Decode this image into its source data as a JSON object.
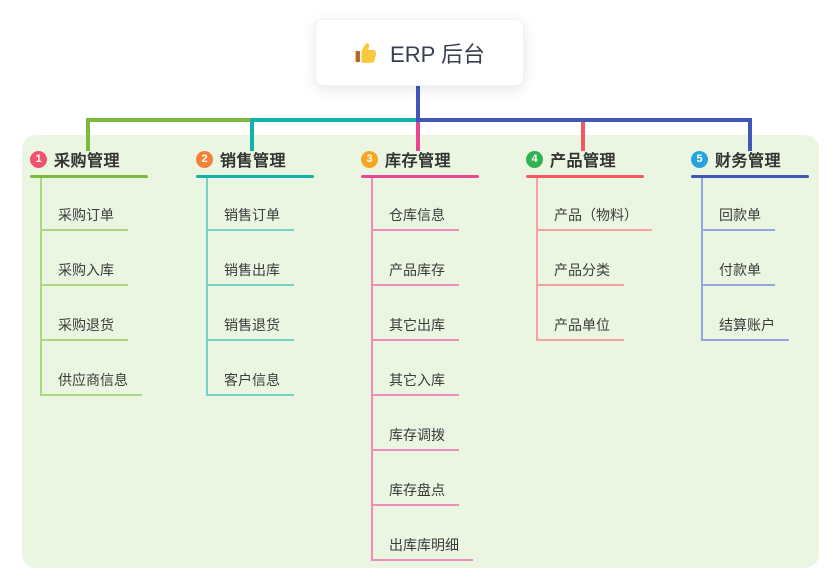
{
  "root": {
    "label": "ERP 后台",
    "icon": "thumbs-up"
  },
  "canvas": {
    "background": "#ffffff",
    "panel_background": "#eaf6e2",
    "root_text_color": "#36404e"
  },
  "branches": [
    {
      "badge": "1",
      "label": "采购管理",
      "badge_color": "#f2526e",
      "line_color": "#7fba40",
      "child_line_color": "#abd77f",
      "children": [
        "采购订单",
        "采购入库",
        "采购退货",
        "供应商信息"
      ]
    },
    {
      "badge": "2",
      "label": "销售管理",
      "badge_color": "#f67f3a",
      "line_color": "#12b4aa",
      "child_line_color": "#79d2c9",
      "children": [
        "销售订单",
        "销售出库",
        "销售退货",
        "客户信息"
      ]
    },
    {
      "badge": "3",
      "label": "库存管理",
      "badge_color": "#f6a623",
      "line_color": "#e84694",
      "child_line_color": "#f18cbb",
      "children": [
        "仓库信息",
        "产品库存",
        "其它出库",
        "其它入库",
        "库存调拨",
        "库存盘点",
        "出库库明细"
      ]
    },
    {
      "badge": "4",
      "label": "产品管理",
      "badge_color": "#2fb350",
      "line_color": "#f6585e",
      "child_line_color": "#f9a0a2",
      "children": [
        "产品（物料）",
        "产品分类",
        "产品单位"
      ]
    },
    {
      "badge": "5",
      "label": "财务管理",
      "badge_color": "#29a3dc",
      "line_color": "#4156bb",
      "child_line_color": "#93a7de",
      "children": [
        "回款单",
        "付款单",
        "结算账户"
      ]
    }
  ]
}
